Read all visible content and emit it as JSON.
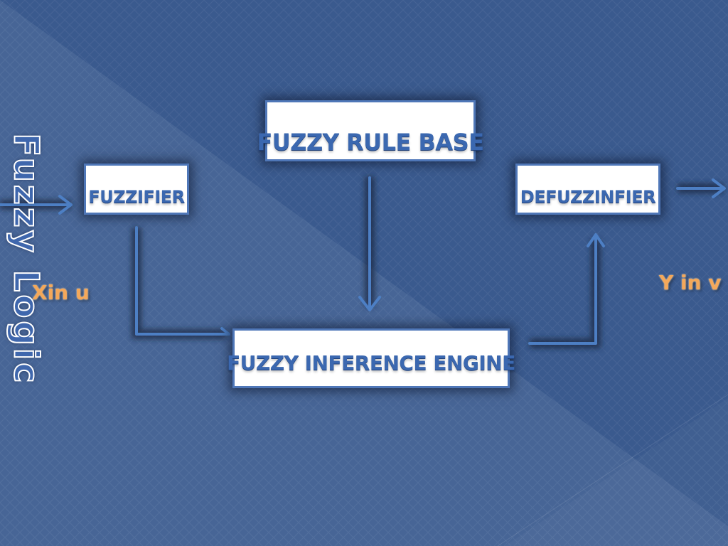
{
  "side_title": "Fuzzy Logic",
  "blocks": {
    "fuzzifier": "FUZZIFIER",
    "rule_base": "FUZZY RULE BASE",
    "inference_engine": "FUZZY INFERENCE ENGINE",
    "defuzzifier": "DEFUZZINFIER"
  },
  "io": {
    "input": "Xin u",
    "output": "Y in v"
  },
  "colors": {
    "background": "#3a5a8e",
    "box_fill": "#ffffff",
    "box_border": "#4f77b8",
    "label_text": "#3b68b0",
    "arrow": "#4d7fc4",
    "io_text": "#f4a85a"
  }
}
